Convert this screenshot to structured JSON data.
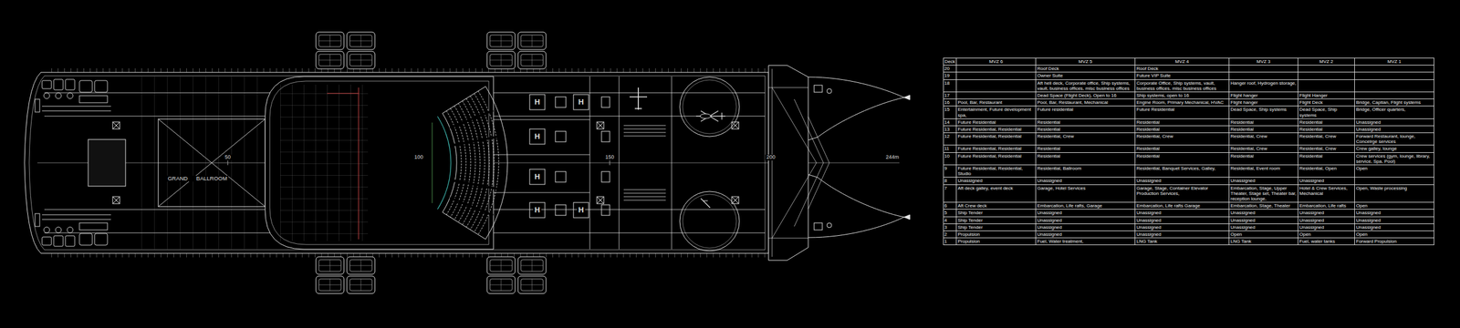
{
  "diagram": {
    "labels": [
      "H",
      "H",
      "H",
      "H",
      "H",
      "H",
      "GRAND BALLROOM",
      "50",
      "100",
      "150",
      "200",
      "244m",
      "Deck",
      "MVZ 6",
      "MVZ 5",
      "MVZ 4",
      "MVZ 3",
      "MVZ 2",
      "MVZ 1",
      "20",
      "Roof Deck",
      "Roof Deck",
      "19",
      "Owner Suite",
      "Future VIP Suite",
      "18",
      "Aft heli deck, Corporate office, Ship systems, vault, business offices, misc business offices",
      "Corporate Office, Ship systems, vault, business offices, misc business offices",
      "Hanger roof, Hydrogen storage,",
      "17",
      "Dead Space (Flight Deck), Open to 16",
      "Ship systems, open to 16",
      "Flight hanger",
      "Flight Hanger",
      "16",
      "Pool, Bar, Restaurant",
      "Pool, Bar, Restaurant, Mechanical",
      "Engine Room, Primary Mechanical, HVAC",
      "Flight hanger",
      "Flight Deck",
      "Bridge, Captian, Flight systems",
      "15",
      "Entertainment, Future development spa,",
      "Future residential",
      "Future Residential",
      "Dead Space, Ship systems",
      "Dead Space, Ship systems",
      "Bridge, Officer quarters,",
      "14",
      "Future Residential",
      "Residential",
      "Residential",
      "Residential",
      "Residential",
      "Unassigned",
      "13",
      "Future Residential, Residential",
      "Residential",
      "Residential",
      "Residential",
      "Residential",
      "Unassigned",
      "12",
      "Future Residential, Residential",
      "Residential, Crew",
      "Residential, Crew",
      "Residential, Crew",
      "Residential, Crew",
      "Forward Restaurant, lounge, Concelrge services",
      "11",
      "Future Residential, Residential",
      "Residential",
      "Residential",
      "Residential, Crew",
      "Residential, Crew",
      "Crew galley, lounge",
      "10",
      "Future Residential, Residential",
      "Residential",
      "Residential",
      "Residential",
      "Residential",
      "Crew services (gym, lounge, library, service, Spa, Pool)",
      "9",
      "Future Residential, Residential, Studio",
      "Residential, Ballroom",
      "Residential, Banquet Services, Galley,",
      "Residential, Event room",
      "Residential, Open",
      "Open",
      "8",
      "Unassigned",
      "Unassigned",
      "Unassigned",
      "Unassigned",
      "Unassigned",
      "7",
      "Aft deck galley, event deck",
      "Garage, Hotel Services",
      "Garage, Stage, Container Elevator Production Services,",
      "Embarcation, Stage, Upper Theater, Stage set, Theater bar, reception lounge,",
      "Hotel & Crew Services, Mechanical",
      "Open, Waste processing",
      "6",
      "Aft Crew deck",
      "Embarcation, Life rafts, Garage",
      "Embarcation, Life rafts Garage",
      "Embarcation, Stage, Theater",
      "Embarcation, Life rafts",
      "Open",
      "5",
      "Ship Tender",
      "Unassigned",
      "Unassigned",
      "Unassigned",
      "Unassigned",
      "Unassigned",
      "4",
      "Ship Tender",
      "Unassigned",
      "Unassigned",
      "Unassigned",
      "Unassigned",
      "Unassigned",
      "3",
      "Ship Tender",
      "Unassigned",
      "Unassigned",
      "Unassigned",
      "Unassigned",
      "Unassigned",
      "2",
      "Propulsion",
      "Unassigned",
      "Unassigned",
      "Open",
      "Open",
      "Open",
      "1",
      "Propulsion",
      "Fuel, Water treatment,",
      "LNG Tank",
      "LNG Tank",
      "Fuel, water tanks",
      "Forward Propulsion"
    ]
  }
}
